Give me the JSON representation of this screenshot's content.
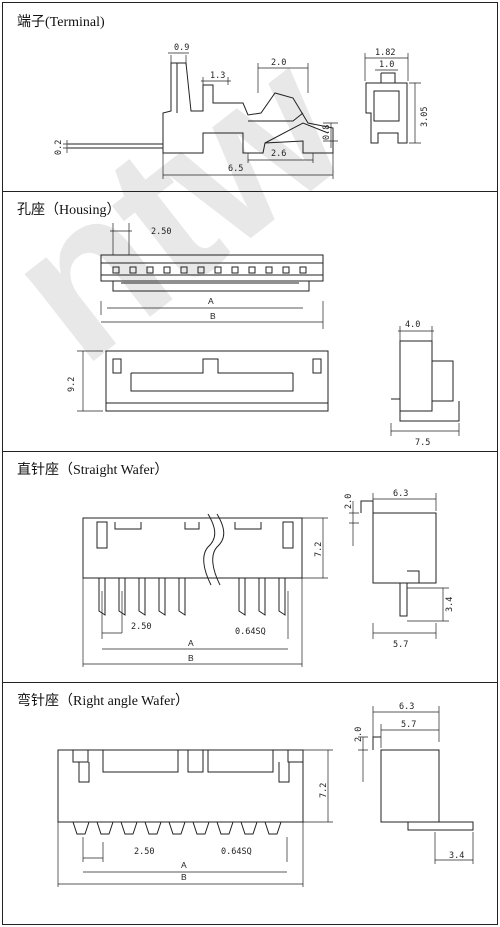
{
  "sections": {
    "terminal": {
      "title": "端子(Terminal)",
      "dims": {
        "d1": "0.9",
        "d2": "2.0",
        "d3": "1.3",
        "d4": "0.2",
        "d5": "0.8",
        "d6": "2.6",
        "d7": "6.5",
        "d8": "1.82",
        "d9": "1.0",
        "d10": "3.05"
      }
    },
    "housing": {
      "title": "孔座（Housing）",
      "dims": {
        "pitch": "2.50",
        "a": "A",
        "b": "B",
        "height": "9.2",
        "top": "4.0",
        "bottom": "7.5"
      }
    },
    "straight": {
      "title": "直针座（Straight Wafer）",
      "dims": {
        "t": "2.0",
        "w": "6.3",
        "h": "7.2",
        "pitch": "2.50",
        "sq": "0.64SQ",
        "a": "A",
        "b": "B",
        "pin": "3.4",
        "base": "5.7"
      }
    },
    "right_angle": {
      "title": "弯针座（Right angle Wafer）",
      "dims": {
        "w": "6.3",
        "w2": "5.7",
        "t": "2.0",
        "h": "7.2",
        "pitch": "2.50",
        "sq": "0.64SQ",
        "a": "A",
        "b": "B",
        "pin": "3.4"
      }
    }
  }
}
